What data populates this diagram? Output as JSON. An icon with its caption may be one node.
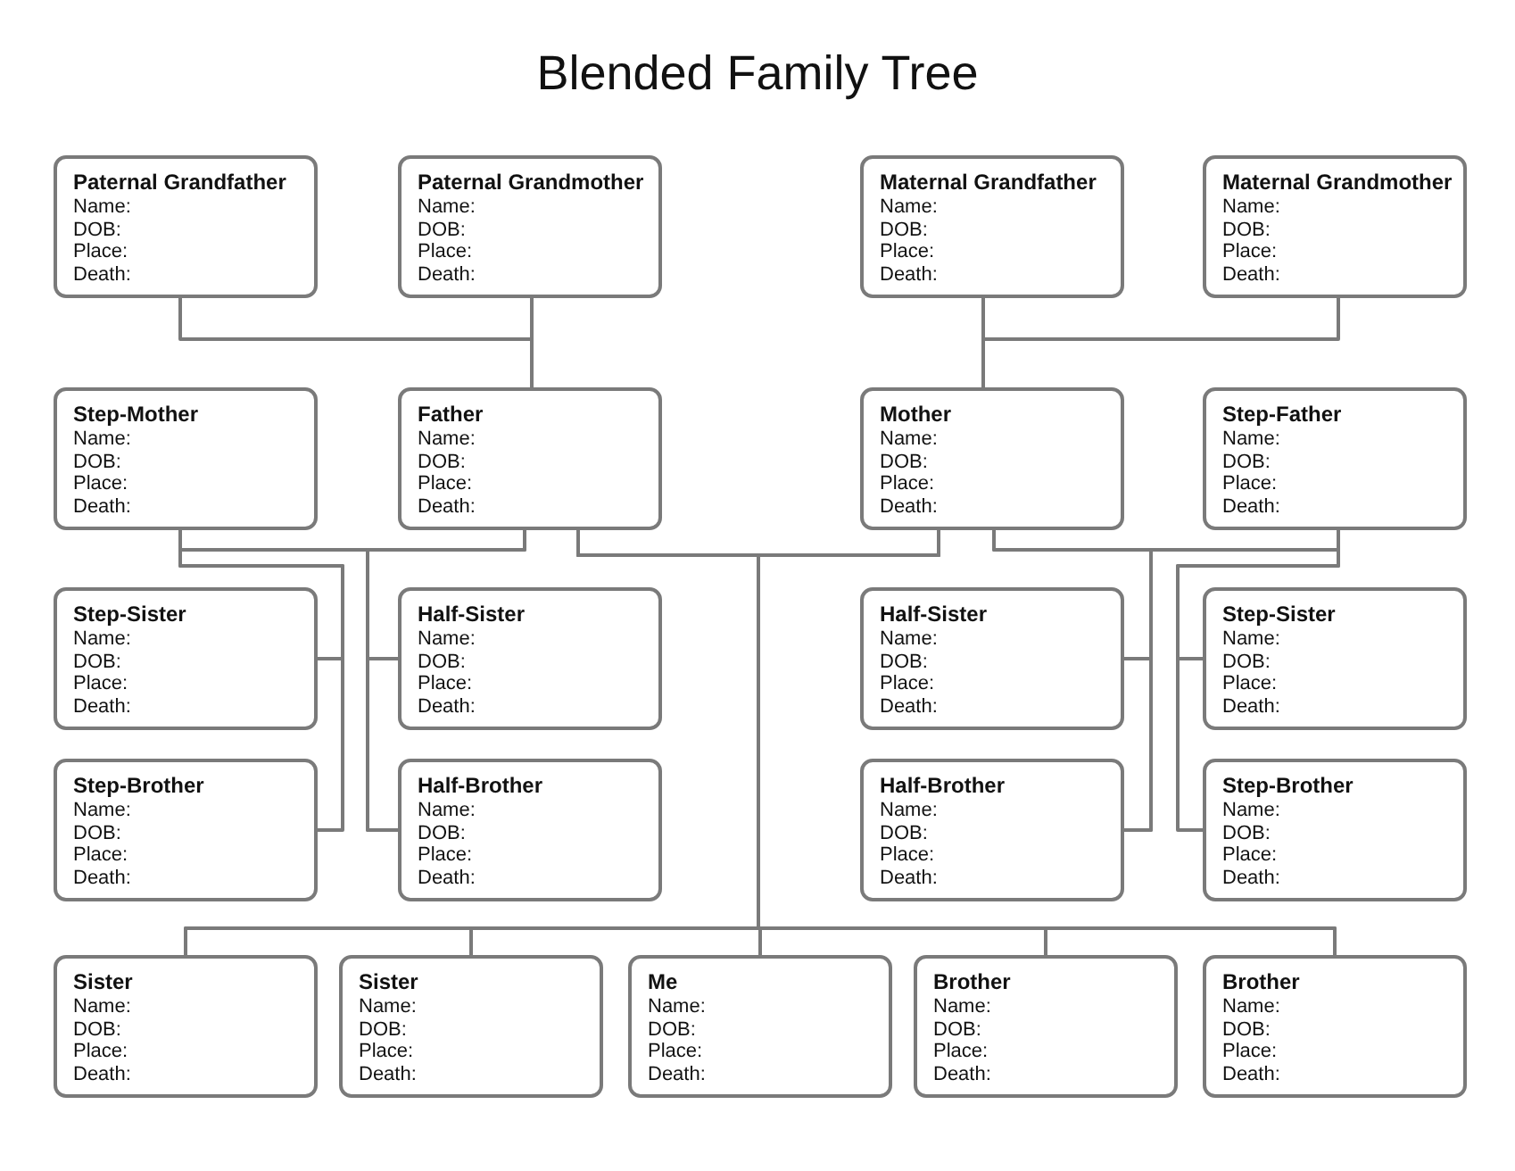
{
  "diagram": {
    "title": "Blended Family Tree",
    "nodes": [
      {
        "text": [
          "Paternal Grandfather",
          "Name:",
          "DOB:",
          "Place:",
          "Death:"
        ]
      },
      {
        "text": [
          "Paternal Grandmother",
          "Name:",
          "DOB:",
          "Place:",
          "Death:"
        ]
      },
      {
        "text": [
          "Maternal Grandfather",
          "Name:",
          "DOB:",
          "Place:",
          "Death:"
        ]
      },
      {
        "text": [
          "Maternal Grandmother",
          "Name:",
          "DOB:",
          "Place:",
          "Death:"
        ]
      },
      {
        "text": [
          "Step-Mother",
          "Name:",
          "DOB:",
          "Place:",
          "Death:"
        ]
      },
      {
        "text": [
          "Father",
          "Name:",
          "DOB:",
          "Place:",
          "Death:"
        ]
      },
      {
        "text": [
          "Mother",
          "Name:",
          "DOB:",
          "Place:",
          "Death:"
        ]
      },
      {
        "text": [
          "Step-Father",
          "Name:",
          "DOB:",
          "Place:",
          "Death:"
        ]
      },
      {
        "text": [
          "Step-Sister",
          "Name:",
          "DOB:",
          "Place:",
          "Death:"
        ]
      },
      {
        "text": [
          "Half-Sister",
          "Name:",
          "DOB:",
          "Place:",
          "Death:"
        ]
      },
      {
        "text": [
          "Half-Sister",
          "Name:",
          "DOB:",
          "Place:",
          "Death:"
        ]
      },
      {
        "text": [
          "Step-Sister",
          "Name:",
          "DOB:",
          "Place:",
          "Death:"
        ]
      },
      {
        "text": [
          "Step-Brother",
          "Name:",
          "DOB:",
          "Place:",
          "Death:"
        ]
      },
      {
        "text": [
          "Half-Brother",
          "Name:",
          "DOB:",
          "Place:",
          "Death:"
        ]
      },
      {
        "text": [
          "Half-Brother",
          "Name:",
          "DOB:",
          "Place:",
          "Death:"
        ]
      },
      {
        "text": [
          "Step-Brother",
          "Name:",
          "DOB:",
          "Place:",
          "Death:"
        ]
      },
      {
        "text": [
          "Sister",
          "Name:",
          "DOB:",
          "Place:",
          "Death:"
        ]
      },
      {
        "text": [
          "Sister",
          "Name:",
          "DOB:",
          "Place:",
          "Death:"
        ]
      },
      {
        "text": [
          "Me",
          "Name:",
          "DOB:",
          "Place:",
          "Death:"
        ]
      },
      {
        "text": [
          "Brother",
          "Name:",
          "DOB:",
          "Place:",
          "Death:"
        ]
      },
      {
        "text": [
          "Brother",
          "Name:",
          "DOB:",
          "Place:",
          "Death:"
        ]
      }
    ],
    "edges": [
      {
        "from": 0,
        "to": 5,
        "arrow": "none"
      },
      {
        "from": 1,
        "to": 5,
        "arrow": "none"
      },
      {
        "from": 2,
        "to": 6,
        "arrow": "none"
      },
      {
        "from": 3,
        "to": 6,
        "arrow": "none"
      },
      {
        "from": 4,
        "to": 8,
        "arrow": "none"
      },
      {
        "from": 4,
        "to": 12,
        "arrow": "none"
      },
      {
        "from": 4,
        "to": 9,
        "arrow": "none"
      },
      {
        "from": 4,
        "to": 13,
        "arrow": "none"
      },
      {
        "from": 5,
        "to": 9,
        "arrow": "none"
      },
      {
        "from": 5,
        "to": 13,
        "arrow": "none"
      },
      {
        "from": 5,
        "to": 16,
        "arrow": "none"
      },
      {
        "from": 5,
        "to": 17,
        "arrow": "none"
      },
      {
        "from": 5,
        "to": 18,
        "arrow": "none"
      },
      {
        "from": 5,
        "to": 19,
        "arrow": "none"
      },
      {
        "from": 5,
        "to": 20,
        "arrow": "none"
      },
      {
        "from": 6,
        "to": 16,
        "arrow": "none"
      },
      {
        "from": 6,
        "to": 17,
        "arrow": "none"
      },
      {
        "from": 6,
        "to": 18,
        "arrow": "none"
      },
      {
        "from": 6,
        "to": 19,
        "arrow": "none"
      },
      {
        "from": 6,
        "to": 20,
        "arrow": "none"
      },
      {
        "from": 6,
        "to": 10,
        "arrow": "none"
      },
      {
        "from": 6,
        "to": 14,
        "arrow": "none"
      },
      {
        "from": 7,
        "to": 10,
        "arrow": "none"
      },
      {
        "from": 7,
        "to": 14,
        "arrow": "none"
      },
      {
        "from": 7,
        "to": 11,
        "arrow": "none"
      },
      {
        "from": 7,
        "to": 15,
        "arrow": "none"
      }
    ]
  }
}
